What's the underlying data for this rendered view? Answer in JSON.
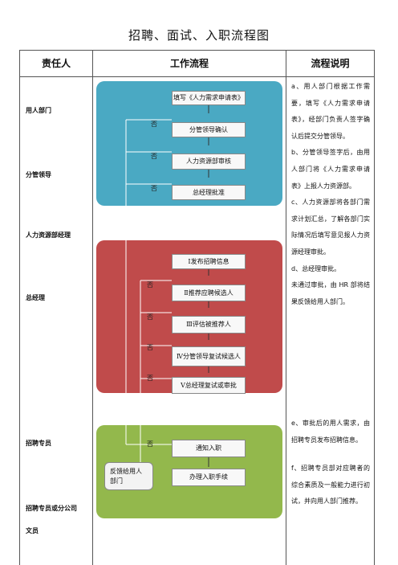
{
  "title": "招聘、面试、入职流程图",
  "headers": {
    "role": "责任人",
    "flow": "工作流程",
    "explain": "流程说明"
  },
  "roles": {
    "user_dept": "用人部门",
    "leader": "分管领导",
    "hr_manager": "人力资源部经理",
    "gm": "总经理",
    "recruiter": "招聘专员",
    "recruiter_or_clerk_1": "招聘专员或分公司",
    "recruiter_or_clerk_2": "文员"
  },
  "flow": {
    "s1": "填写《人力需求申请表》",
    "s2": "分管领导确认",
    "s3": "人力资源部审核",
    "s4": "总经理批准",
    "s5": "Ⅰ发布招聘信息",
    "s6": "Ⅱ推荐应聘候选人",
    "s7": "Ⅲ评估被推荐人",
    "s8": "Ⅳ分管领导复试候选人",
    "s9": "Ⅴ总经理复试或审批",
    "s10": "通知入职",
    "s11": "办理入职手续",
    "feedback_1": "反馈给用人",
    "feedback_2": "部门",
    "no": "否"
  },
  "explanation": {
    "block1": "a、用人部门根据工作需要，填写《人力需求申请表》，经部门负责人签字确认后提交分管领导。",
    "block2": "b、分管领导签字后，由用人部门将《人力需求申请表》上报人力资源部。",
    "block3": "c、人力资源部将各部门需求计划汇总，了解各部门实际情况后填写意见报人力资源经理审批。",
    "block4": "d、总经理审批。",
    "block5": "未通过审批，由 HR 部将结果反馈给用人部门。",
    "block6": "e、审批后的用人需求，由招聘专员发布招聘信息。",
    "block7": "f、招聘专员部对应聘者的综合素质及一般能力进行初试，并向用人部门推荐。"
  },
  "colors": {
    "stage1": "#4aa9c3",
    "stage2": "#c04b4b",
    "stage3": "#93b84c"
  }
}
